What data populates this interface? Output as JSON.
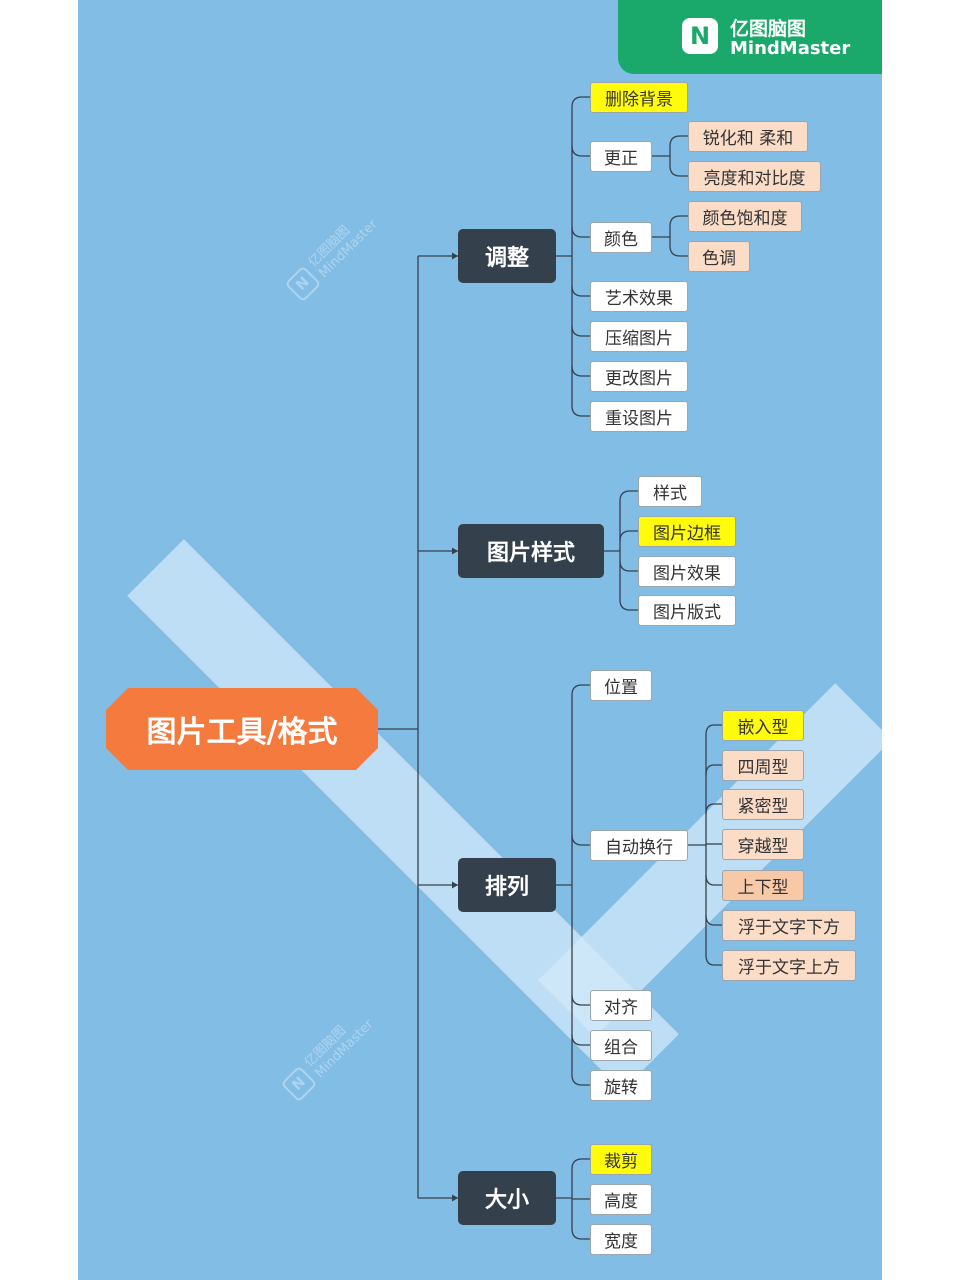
{
  "brand": {
    "logo_glyph": "N",
    "name_cn": "亿图脑图",
    "name_en": "MindMaster",
    "color": "#1ba96b"
  },
  "watermark": {
    "name_cn": "亿图脑图",
    "name_en": "MindMaster"
  },
  "colors": {
    "background": "#82bde6",
    "root": "#f47a3d",
    "topic": "#34414c",
    "highlight": "#fffb0a",
    "peach": "#fbdcc7",
    "line": "#36414b"
  },
  "mindmap": {
    "root": "图片工具/格式",
    "adjust": {
      "label": "调整",
      "children": {
        "remove_background": "删除背景",
        "corrections": "更正",
        "sharpen_soften": "锐化和 柔和",
        "brightness_contrast": "亮度和对比度",
        "color": "颜色",
        "color_saturation": "颜色饱和度",
        "color_tone": "色调",
        "artistic_effects": "艺术效果",
        "compress_pictures": "压缩图片",
        "change_picture": "更改图片",
        "reset_picture": "重设图片"
      }
    },
    "picture_styles": {
      "label": "图片样式",
      "children": {
        "styles": "样式",
        "picture_border": "图片边框",
        "picture_effects": "图片效果",
        "picture_layout": "图片版式"
      }
    },
    "arrange": {
      "label": "排列",
      "children": {
        "position": "位置",
        "wrap_text": "自动换行",
        "inline": "嵌入型",
        "square": "四周型",
        "tight": "紧密型",
        "through": "穿越型",
        "top_bottom": "上下型",
        "behind_text": "浮于文字下方",
        "in_front_text": "浮于文字上方",
        "align": "对齐",
        "group": "组合",
        "rotate": "旋转"
      }
    },
    "size": {
      "label": "大小",
      "children": {
        "crop": "裁剪",
        "height": "高度",
        "width": "宽度"
      }
    }
  }
}
